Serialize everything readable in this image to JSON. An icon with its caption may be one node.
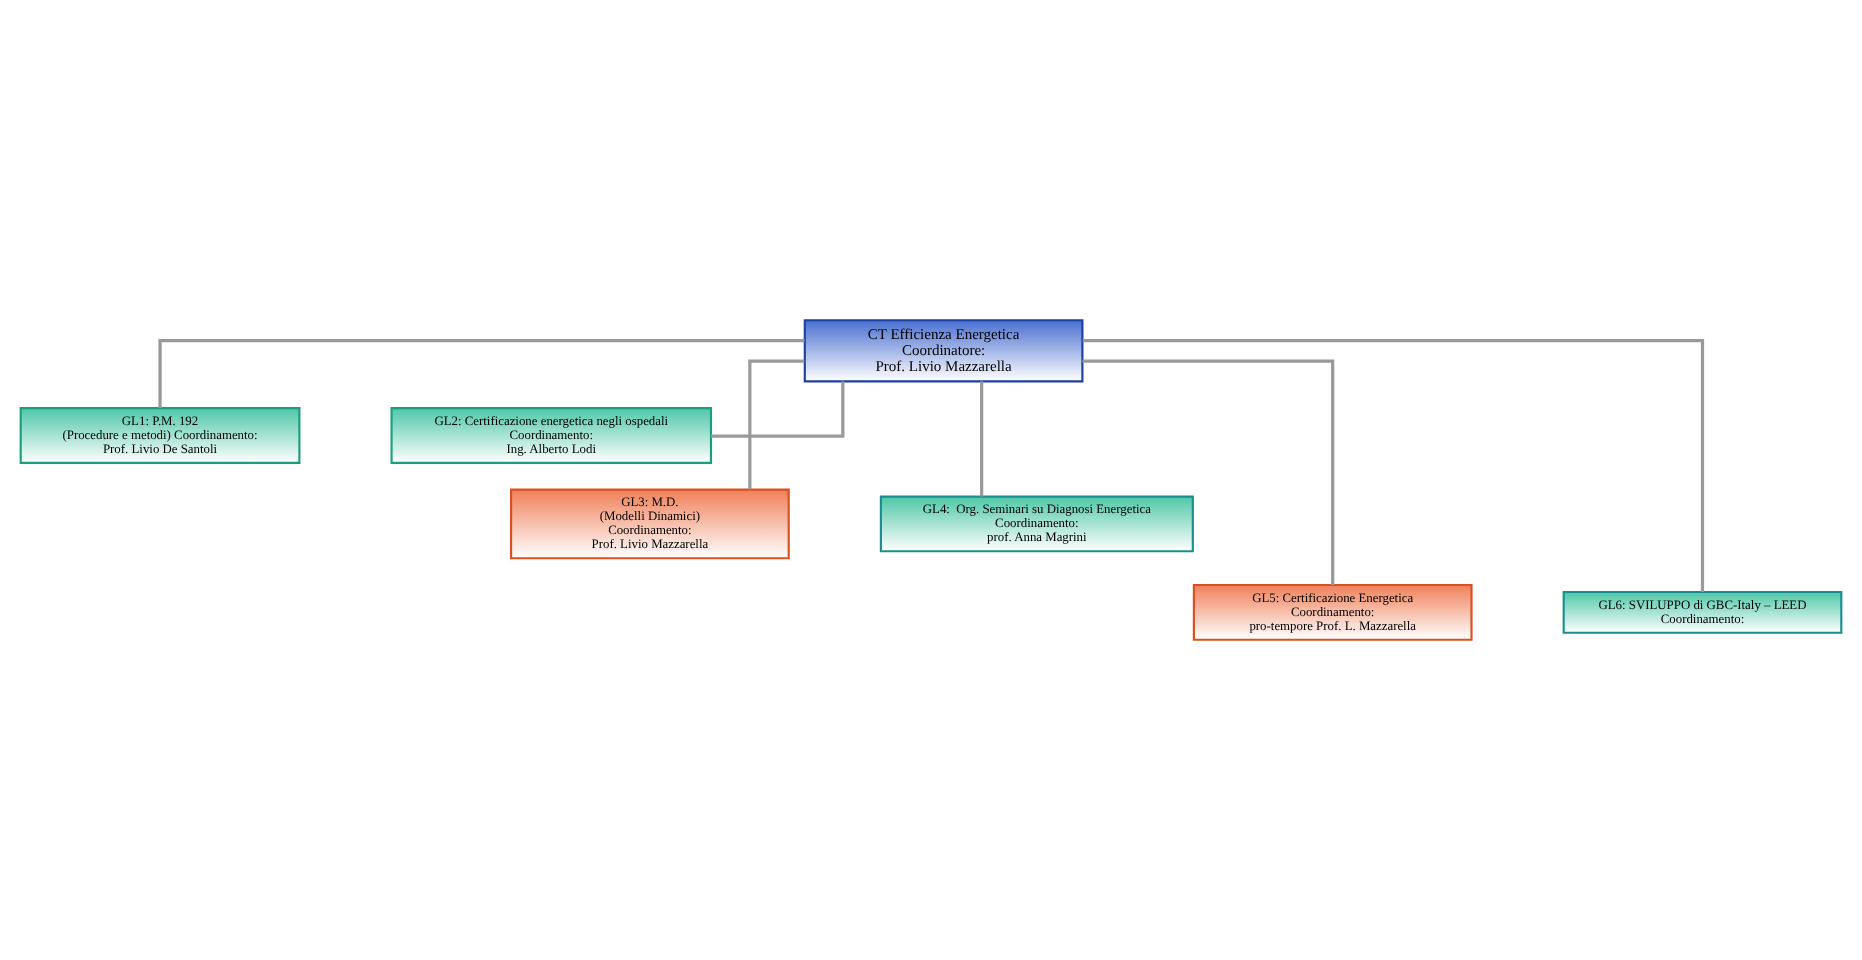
{
  "diagram": {
    "nodes": [
      {
        "text": [
          "CT Efficienza Energetica",
          "Coordinatore:",
          "Prof. Livio Mazzarella"
        ]
      },
      {
        "text": [
          "GL1: P.M. 192",
          "(Procedure e metodi) Coordinamento:",
          "Prof. Livio De Santoli"
        ]
      },
      {
        "text": [
          "GL2: Certificazione energetica negli ospedali",
          "Coordinamento:",
          "Ing. Alberto Lodi"
        ]
      },
      {
        "text": [
          "GL3: M.D.",
          "(Modelli Dinamici)",
          "Coordinamento:",
          "Prof. Livio Mazzarella"
        ]
      },
      {
        "text": [
          "GL4:  Org. Seminari su Diagnosi Energetica",
          "Coordinamento:",
          "prof. Anna Magrini"
        ]
      },
      {
        "text": [
          "GL5: Certificazione Energetica",
          "Coordinamento:",
          "pro-tempore Prof. L. Mazzarella"
        ]
      },
      {
        "text": [
          "GL6: SVILUPPO di GBC-Italy – LEED",
          "Coordinamento:"
        ]
      }
    ],
    "edges": [
      {
        "from": 0,
        "to": 1,
        "arrow": "none"
      },
      {
        "from": 0,
        "to": 2,
        "arrow": "none"
      },
      {
        "from": 0,
        "to": 3,
        "arrow": "none"
      },
      {
        "from": 0,
        "to": 4,
        "arrow": "none"
      },
      {
        "from": 0,
        "to": 5,
        "arrow": "none"
      },
      {
        "from": 0,
        "to": 6,
        "arrow": "none"
      }
    ]
  }
}
